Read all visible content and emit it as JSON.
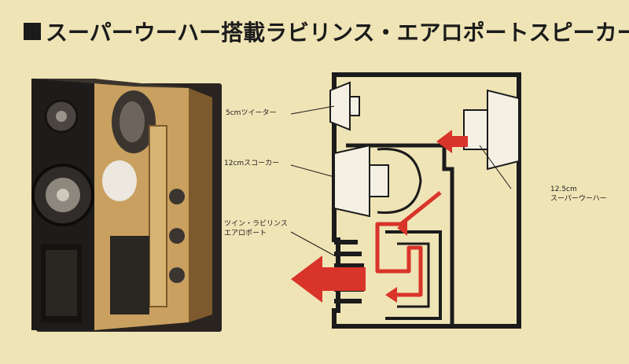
{
  "title": "スーパーウーハー搭載ラビリンス・エアロポートスピーカー",
  "labels": {
    "tweeter": "5cmツイーター",
    "squawker": "12cmスコーカー",
    "twin_labyrinth_line1": "ツイン・ラビリンス",
    "twin_labyrinth_line2": "エアロポート",
    "superwoofer_line1": "12.5cm",
    "superwoofer_line2": "スーパーウーハー"
  },
  "colors": {
    "background": "#efe4b6",
    "ink": "#1b1b1b",
    "arrow_red": "#d9342a",
    "wood": "#c9a060"
  }
}
